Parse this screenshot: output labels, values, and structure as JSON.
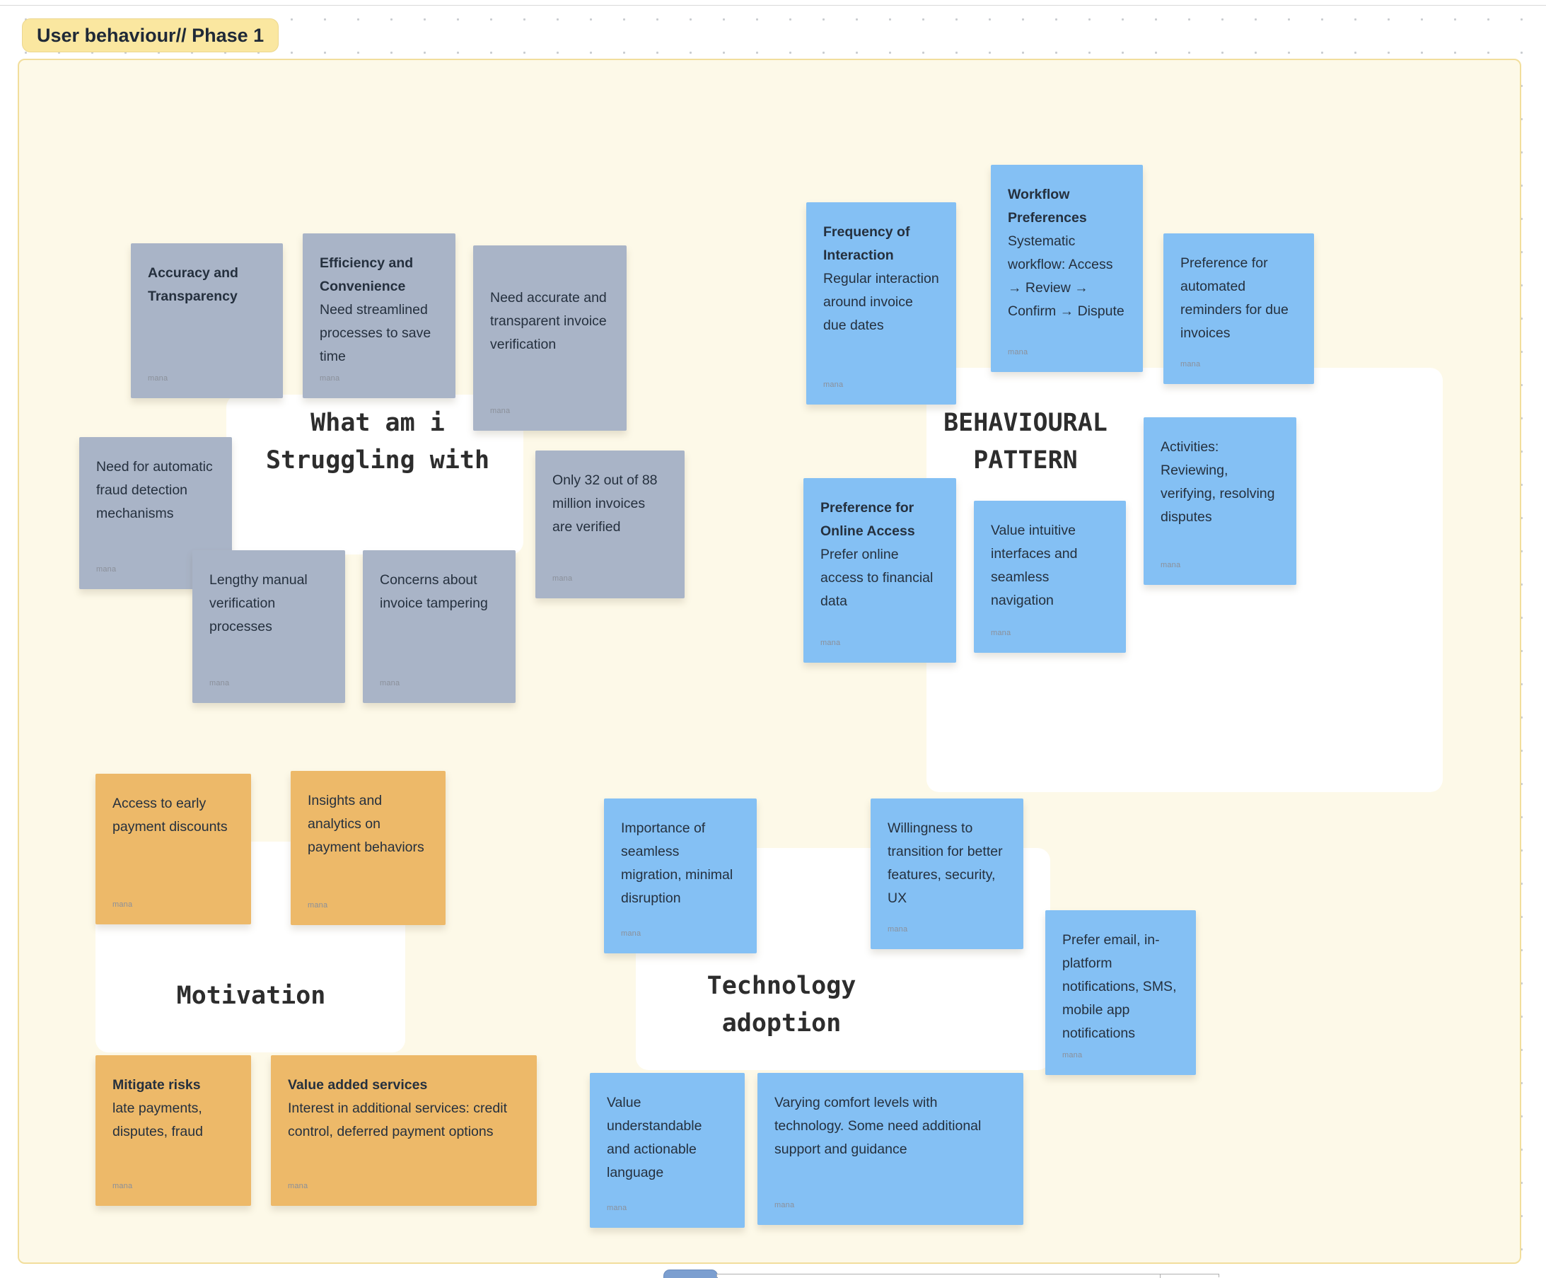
{
  "board": {
    "title_pill": "User behaviour// Phase 1"
  },
  "colors": {
    "frame_bg": "#FDF9E8",
    "frame_border": "#F2DE9C",
    "pill_bg": "#FAE7A0",
    "gray_note": "#A9B4C7",
    "blue_note": "#84C0F4",
    "orange_note": "#EDB969"
  },
  "sections": [
    {
      "id": "struggling",
      "title_lines": [
        "What am i",
        "Struggling with"
      ],
      "note_color": "#A9B4C7",
      "notes": [
        {
          "header": "Accuracy and Transparency",
          "author": "mana"
        },
        {
          "header": "Efficiency and Convenience",
          "body": "Need streamlined processes to save time",
          "author": "mana"
        },
        {
          "body": "Need accurate and transparent invoice verification",
          "author": "mana"
        },
        {
          "body": "Need for automatic fraud detection mechanisms",
          "author": "mana"
        },
        {
          "body": "Lengthy manual verification processes",
          "author": "mana"
        },
        {
          "body": "Concerns about invoice tampering",
          "author": "mana"
        },
        {
          "body": "Only 32 out of 88 million invoices are verified",
          "author": "mana"
        }
      ]
    },
    {
      "id": "behavioural-pattern",
      "title_lines": [
        "BEHAVIOURAL",
        "PATTERN"
      ],
      "note_color": "#84C0F4",
      "notes": [
        {
          "header": "Frequency of Interaction",
          "body": "Regular interaction around invoice due dates",
          "author": "mana"
        },
        {
          "header": "Workflow Preferences",
          "body": "Systematic workflow: Access → Review → Confirm → Dispute",
          "author": "mana"
        },
        {
          "body": "Preference for automated reminders for due invoices",
          "author": "mana"
        },
        {
          "body": "Activities: Reviewing, verifying, resolving disputes",
          "author": "mana"
        },
        {
          "header": "Preference for Online Access",
          "body": "Prefer online access to financial data",
          "author": "mana"
        },
        {
          "body": "Value intuitive interfaces and seamless navigation",
          "author": "mana"
        }
      ]
    },
    {
      "id": "motivation",
      "title_lines": [
        "Motivation"
      ],
      "note_color": "#EDB969",
      "notes": [
        {
          "body": "Access to early payment discounts",
          "author": "mana"
        },
        {
          "body": "Insights and analytics on payment behaviors",
          "author": "mana"
        },
        {
          "header": "Mitigate risks",
          "body": "late payments, disputes, fraud",
          "author": "mana"
        },
        {
          "header": "Value added services",
          "body": "Interest in additional services: credit control, deferred payment options",
          "author": "mana"
        }
      ]
    },
    {
      "id": "technology-adoption",
      "title_lines": [
        "Technology",
        "adoption"
      ],
      "note_color": "#84C0F4",
      "notes": [
        {
          "body": "Importance of seamless migration, minimal disruption",
          "author": "mana"
        },
        {
          "body": "Willingness to transition for better features, security, UX",
          "author": "mana"
        },
        {
          "body": "Prefer email, in-platform notifications, SMS, mobile app notifications",
          "author": "mana"
        },
        {
          "body": "Value understandable and actionable language",
          "author": "mana"
        },
        {
          "body": "Varying comfort levels with technology. Some need additional support and guidance",
          "author": "mana"
        }
      ]
    }
  ]
}
